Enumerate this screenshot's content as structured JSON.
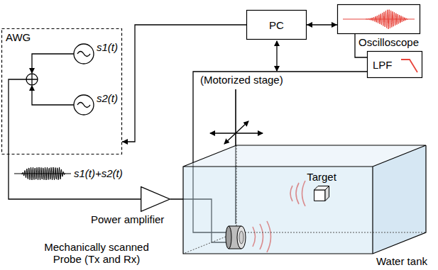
{
  "diagram": {
    "nodes": [
      {
        "text": [
          "AWG"
        ]
      },
      {
        "text": [
          "PC"
        ]
      },
      {
        "text": [
          "Oscilloscope"
        ]
      },
      {
        "text": [
          "LPF"
        ]
      },
      {
        "text": [
          "Power amplifier"
        ]
      },
      {
        "text": [
          "Water tank"
        ]
      },
      {
        "text": [
          "Mechanically scanned Probe (Tx and Rx)"
        ],
        "in": 5
      },
      {
        "text": [
          "Target"
        ],
        "in": 5
      }
    ],
    "edges": [
      {
        "from": 1,
        "to": 0,
        "arrow": "to"
      },
      {
        "from": 1,
        "to": 2,
        "arrow": "both"
      },
      {
        "from": 0,
        "to": 4,
        "arrow": "none"
      },
      {
        "from": 4,
        "to": 6,
        "arrow": "none"
      },
      {
        "from": 6,
        "to": 3,
        "arrow": "none"
      },
      {
        "from": 3,
        "to": 2,
        "arrow": "none"
      }
    ],
    "labels": [
      "s1(t)",
      "s2(t)",
      "s1(t)+s2(t)",
      "(Motorized stage)"
    ]
  }
}
